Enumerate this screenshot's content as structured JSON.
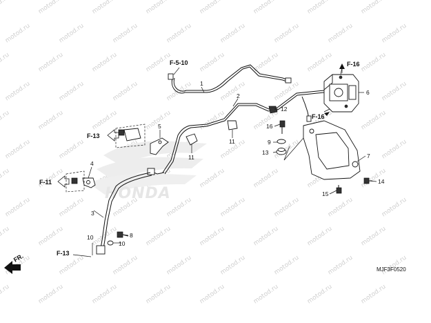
{
  "watermark": "motod.ru",
  "background_logo_text": "HONDA",
  "diagram_code": "MJF3F0520",
  "front_indicator": "FR.",
  "refs": {
    "f510": "F-5-10",
    "f16_top": "F-16",
    "f16_bottom": "F-16",
    "f13_upper": "F-13",
    "f11": "F-11",
    "f13_lower": "F-13"
  },
  "callouts": {
    "c1": "1",
    "c2": "2",
    "c3": "3",
    "c4": "4",
    "c5": "5",
    "c6": "6",
    "c7": "7",
    "c8": "8",
    "c9": "9",
    "c10a": "10",
    "c10b": "10",
    "c11a": "11",
    "c11b": "11",
    "c12": "12",
    "c13": "13",
    "c14": "14",
    "c15": "15",
    "c16": "16"
  }
}
